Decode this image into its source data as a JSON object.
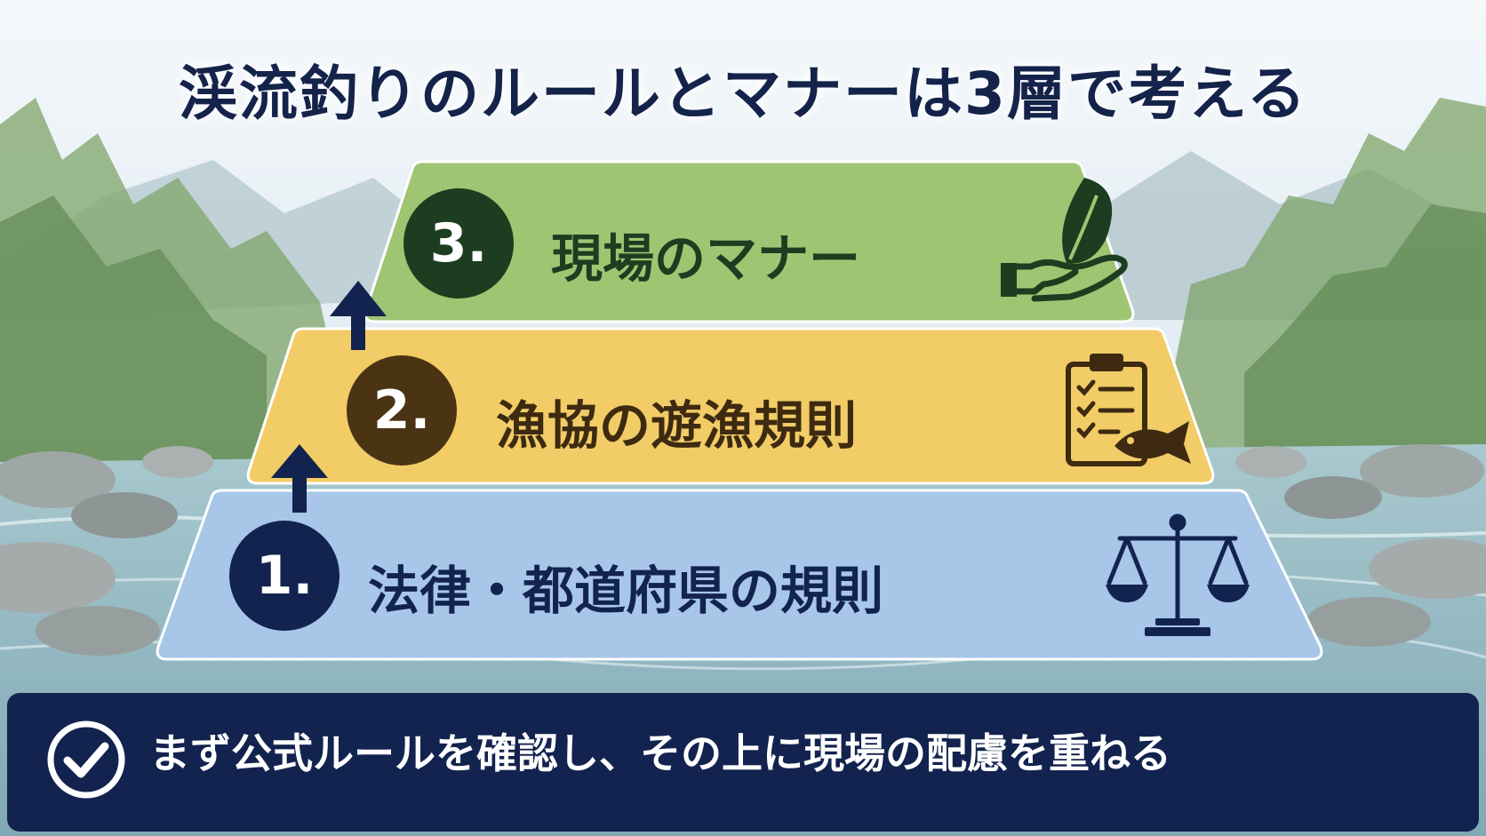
{
  "title": "渓流釣りのルールとマナーは3層で考える",
  "layers": [
    {
      "number": "1.",
      "label": "法律・都道府県の規則",
      "icon": "scales-icon",
      "color": "#a8c6e8",
      "badge_color": "#13234f",
      "text_color": "#13234f"
    },
    {
      "number": "2.",
      "label": "漁協の遊漁規則",
      "icon": "clipboard-fish-icon",
      "color": "#f2cc66",
      "badge_color": "#4a3414",
      "text_color": "#3d2a10"
    },
    {
      "number": "3.",
      "label": "現場のマナー",
      "icon": "leaf-hand-icon",
      "color": "#9fc573",
      "badge_color": "#1d3d20",
      "text_color": "#1d3d20"
    }
  ],
  "banner": {
    "text": "まず公式ルールを確認し、その上に現場の配慮を重ねる",
    "icon": "check-circle-icon",
    "color": "#13234f"
  }
}
